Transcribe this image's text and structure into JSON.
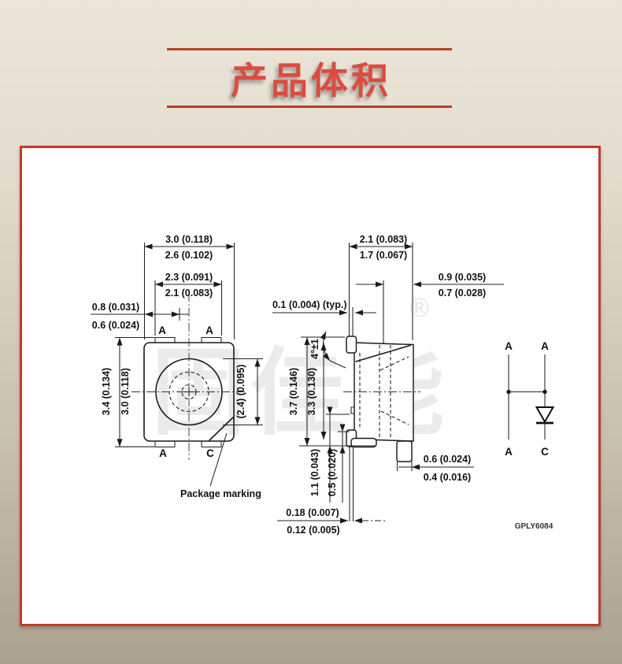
{
  "page": {
    "title": "产品体积",
    "figure_code": "GPLY6084"
  },
  "watermark": {
    "text": "固佳能",
    "registered": "®"
  },
  "top_view": {
    "width_outer_mm": "3.0 (0.118)",
    "width_outer_alt": "2.6 (0.102)",
    "width_inner_mm": "2.3 (0.091)",
    "width_inner_alt": "2.1 (0.083)",
    "pad_offset_max": "0.8 (0.031)",
    "pad_offset_min": "0.6 (0.024)",
    "height_outer": "3.4 (0.134)",
    "height_body": "3.0 (0.118)",
    "lens_diameter": "(2.4) (0.095)",
    "pad_top_left": "A",
    "pad_top_right": "A",
    "pad_bottom_left": "A",
    "pad_bottom_right": "C",
    "marking_note": "Package marking"
  },
  "side_view": {
    "depth_max": "2.1 (0.083)",
    "depth_min": "1.7 (0.067)",
    "lens_offset_max": "0.9 (0.035)",
    "lens_offset_min": "0.7 (0.028)",
    "gap_typ": "0.1 (0.004) (typ.)",
    "lead_angle": "4°±1",
    "height_max": "3.7 (0.146)",
    "height_min": "3.3 (0.130)",
    "lead_len_max": "1.1 (0.043)",
    "lead_standoff": "0.5 (0.020)",
    "foot_max": "0.6 (0.024)",
    "foot_min": "0.4 (0.016)",
    "lead_thick_max": "0.18 (0.007)",
    "lead_thick_min": "0.12 (0.005)"
  },
  "schematic": {
    "pin_top_left": "A",
    "pin_top_right": "A",
    "pin_bottom_left": "A",
    "pin_bottom_right": "C"
  },
  "colors": {
    "accent_red": "#c23a2c",
    "title_red": "#dc4c40",
    "background_top": "#ece7db",
    "background_bottom": "#aaa28f",
    "paper": "#ffffff",
    "line": "#1a1a1a"
  }
}
